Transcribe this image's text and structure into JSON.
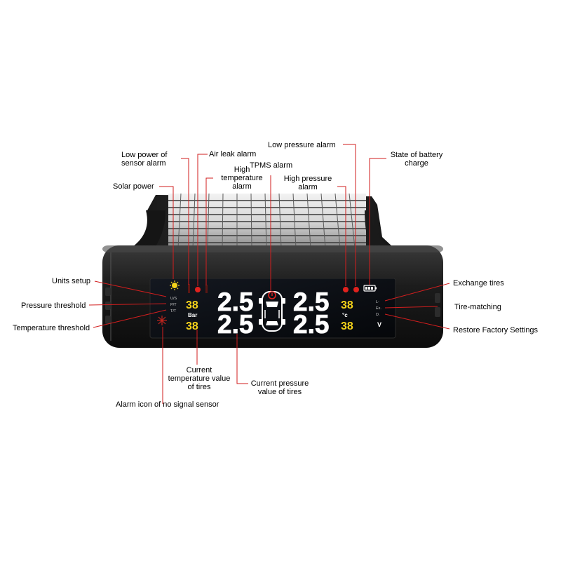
{
  "labels": {
    "low_power_sensor": "Low power of\nsensor alarm",
    "air_leak": "Air leak alarm",
    "high_temp": "High\ntemperature\nalarm",
    "tpms": "TPMS alarm",
    "low_pressure": "Low pressure alarm",
    "high_pressure": "High pressure\nalarm",
    "battery_state": "State of battery\ncharge",
    "solar_power": "Solar power",
    "units_setup": "Units setup",
    "pressure_threshold": "Pressure threshold",
    "temperature_threshold": "Temperature threshold",
    "exchange_tires": "Exchange tires",
    "tire_matching": "Tire-matching",
    "restore_factory": "Restore Factory Settings",
    "current_temp": "Current\ntemperature value\nof  tires",
    "current_pressure": "Current pressure\nvalue of tires",
    "no_signal": "Alarm icon of no  signal sensor"
  },
  "display": {
    "left_side_codes": [
      "U/S",
      "P/T",
      "T/T"
    ],
    "right_side_codes": [
      "L-",
      "Ex.",
      "D."
    ],
    "left_temp_top": "38",
    "left_unit": "Bar",
    "left_temp_bottom": "38",
    "pressure_fl": "2.5",
    "pressure_fr": "2.5",
    "pressure_rl": "2.5",
    "pressure_rr": "2.5",
    "right_temp_top": "38",
    "right_unit": "°c",
    "right_temp_bottom": "38",
    "volt_symbol": "V"
  },
  "colors": {
    "lcd_digits": "#ffffff",
    "side_digits": "#f4d21a",
    "alarm_red": "#e0221e",
    "leader_red": "#d21e1e"
  }
}
